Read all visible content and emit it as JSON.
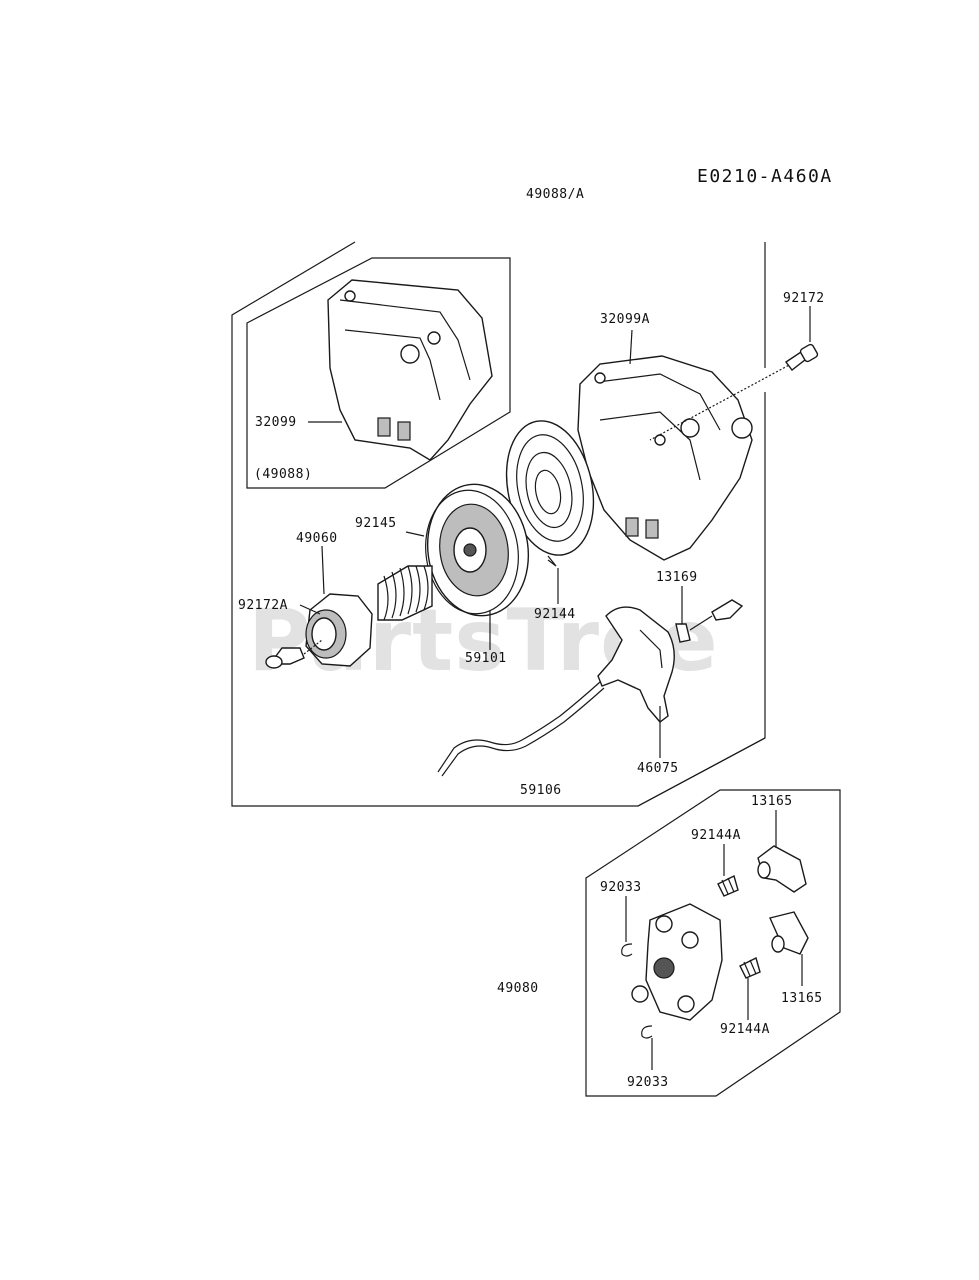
{
  "diagram": {
    "code": "E0210-A460A",
    "watermark": "PartsTree",
    "watermark_mark": "™",
    "labels": {
      "assembly_top": "49088/A",
      "case_inset": "32099",
      "case_inset_ref": "(49088)",
      "case_main": "32099A",
      "bolt_top": "92172",
      "spring_small": "92145",
      "ratchet": "49060",
      "bolt_left": "92172A",
      "reel": "59101",
      "spring_main": "92144",
      "guide": "13169",
      "handle": "46075",
      "rope": "59106",
      "pawl_top": "13165",
      "spring_top": "92144A",
      "clip_top": "92033",
      "pulley_assembly": "49080",
      "pawl_bottom": "13165",
      "spring_bottom": "92144A",
      "clip_bottom": "92033"
    }
  }
}
